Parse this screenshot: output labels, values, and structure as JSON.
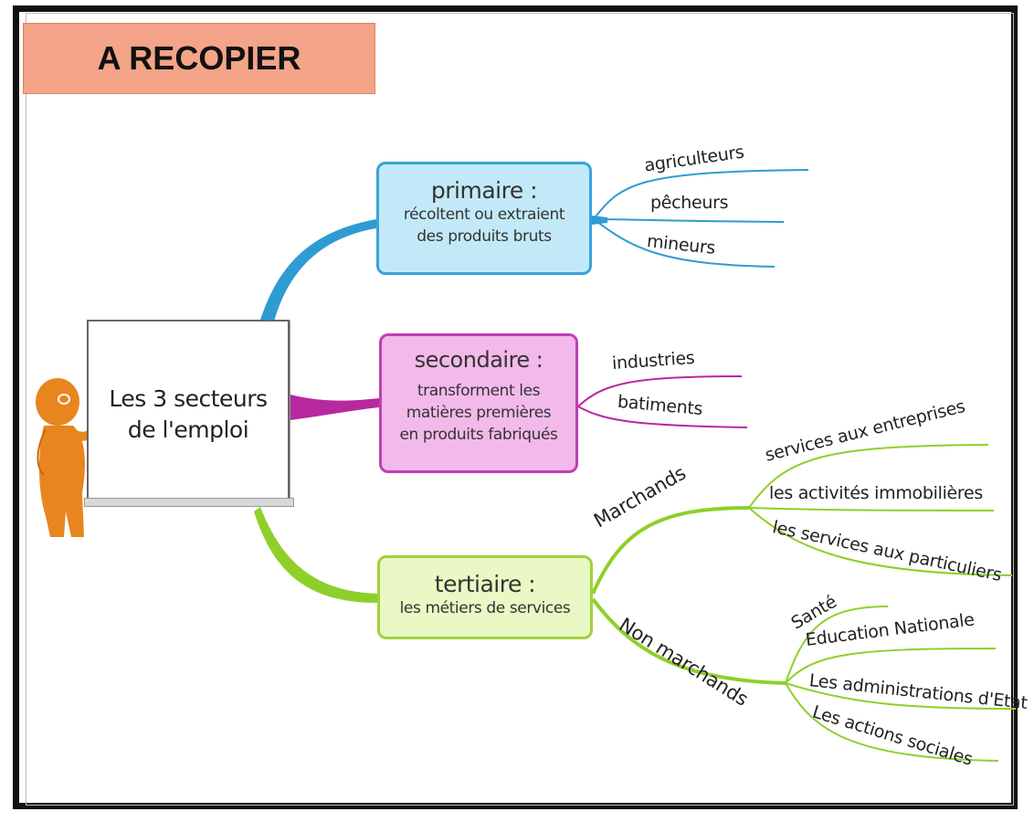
{
  "banner": "A RECOPIER",
  "center": {
    "line1": "Les 3 secteurs",
    "line2": "de l'emploi"
  },
  "primaire": {
    "title": "primaire :",
    "desc1": "récoltent ou extraient",
    "desc2": "des produits bruts",
    "leaves": [
      "agriculteurs",
      "pêcheurs",
      "mineurs"
    ],
    "color": "#2f9bd4"
  },
  "secondaire": {
    "title": "secondaire :",
    "desc1": "transforment les",
    "desc2": "matières premières",
    "desc3": "en produits fabriqués",
    "leaves": [
      "industries",
      "batiments"
    ],
    "color": "#b8289f"
  },
  "tertiaire": {
    "title": "tertiaire :",
    "desc1": "les métiers de services",
    "color": "#8fcf2a",
    "marchands": {
      "label": "Marchands",
      "leaves": [
        "services aux entreprises",
        "les activités immobilières",
        "les services aux particuliers"
      ]
    },
    "non_marchands": {
      "label": "Non marchands",
      "leaves": [
        "Santé",
        "Education Nationale",
        "Les administrations d'Etat",
        "Les actions sociales"
      ]
    }
  }
}
